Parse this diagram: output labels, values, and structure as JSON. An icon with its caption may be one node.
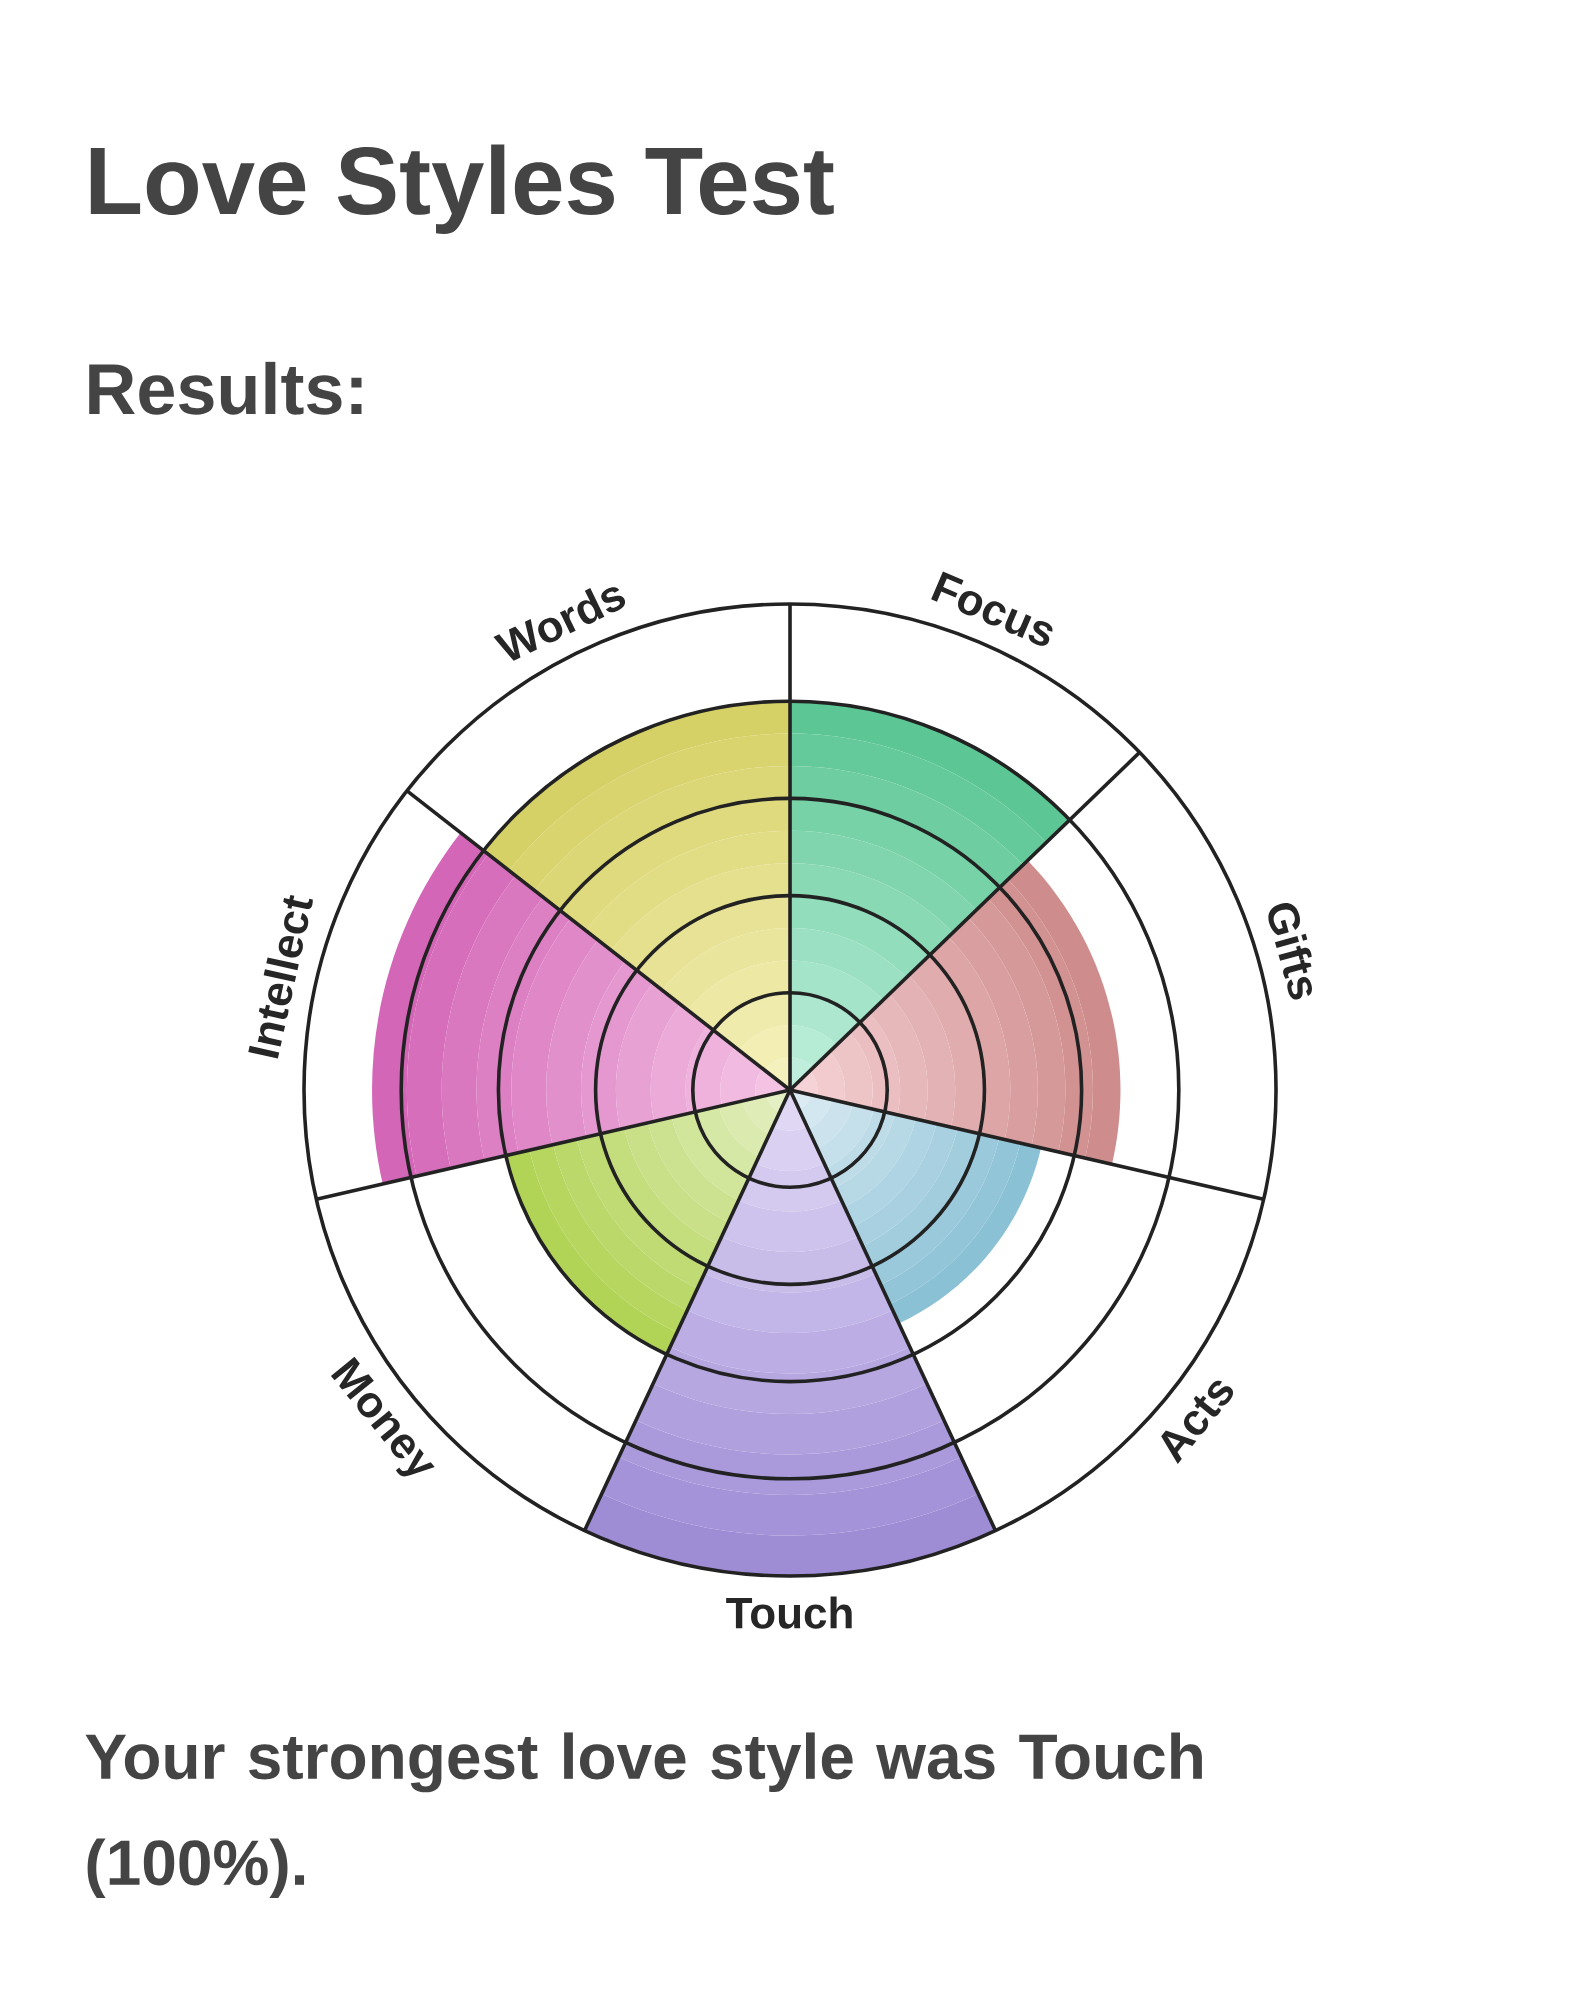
{
  "diagram": {
    "title": "Love Styles Test",
    "labels": [
      "Results:",
      "Words",
      "Focus",
      "Gifts",
      "Acts",
      "Touch",
      "Money",
      "Intellect"
    ],
    "caption": "Your strongest love style was Touch (100%)."
  }
}
